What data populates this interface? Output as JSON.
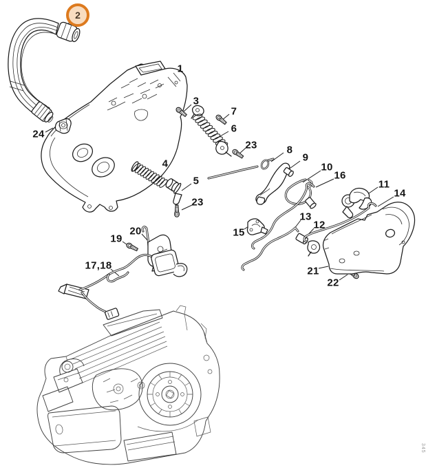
{
  "diagram": {
    "type": "exploded-parts-diagram",
    "highlight": {
      "label": "2",
      "ring_color": "#DD7A1E",
      "fill_color": "#F8DCC0"
    },
    "labels": {
      "l1": "1",
      "l3": "3",
      "l4": "4",
      "l5": "5",
      "l6": "6",
      "l7": "7",
      "l8": "8",
      "l9": "9",
      "l10": "10",
      "l11": "11",
      "l12": "12",
      "l13": "13",
      "l14": "14",
      "l15": "15",
      "l16": "16",
      "l17_18": "17,18",
      "l19": "19",
      "l20": "20",
      "l21": "21",
      "l22": "22",
      "l23a": "23",
      "l23b": "23",
      "l24": "24"
    },
    "watermark": "345",
    "colors": {
      "line": "#1b1b1b",
      "background": "#ffffff"
    }
  }
}
